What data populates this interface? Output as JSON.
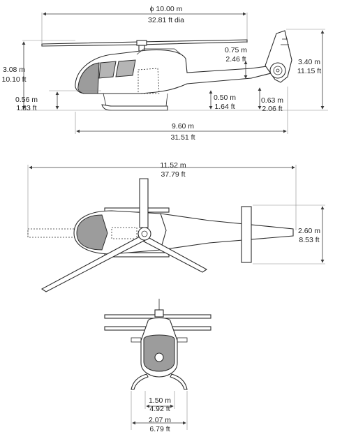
{
  "side_view": {
    "rotor_diameter": {
      "metric": "ϕ 10.00 m",
      "imperial": "32.81 ft dia"
    },
    "tail_rotor_height": {
      "metric": "0.75 m",
      "imperial": "2.46 ft"
    },
    "overall_height": {
      "metric": "3.40 m",
      "imperial": "11.15 ft"
    },
    "cabin_height": {
      "metric": "3.08 m",
      "imperial": "10.10 ft"
    },
    "skid_height": {
      "metric": "0.56 m",
      "imperial": "1.83 ft"
    },
    "ground_clearance": {
      "metric": "0.50 m",
      "imperial": "1.64 ft"
    },
    "tail_clearance": {
      "metric": "0.63 m",
      "imperial": "2.06 ft"
    },
    "fuselage_length": {
      "metric": "9.60 m",
      "imperial": "31.51 ft"
    }
  },
  "top_view": {
    "overall_length": {
      "metric": "11.52 m",
      "imperial": "37.79 ft"
    },
    "stabilizer_span": {
      "metric": "2.60 m",
      "imperial": "8.53 ft"
    }
  },
  "front_view": {
    "skid_track": {
      "metric": "1.50 m",
      "imperial": "4.92 ft"
    },
    "overall_width": {
      "metric": "2.07 m",
      "imperial": "6.79 ft"
    }
  },
  "icons": [
    "side-view-helicopter",
    "top-view-helicopter",
    "front-view-helicopter"
  ]
}
